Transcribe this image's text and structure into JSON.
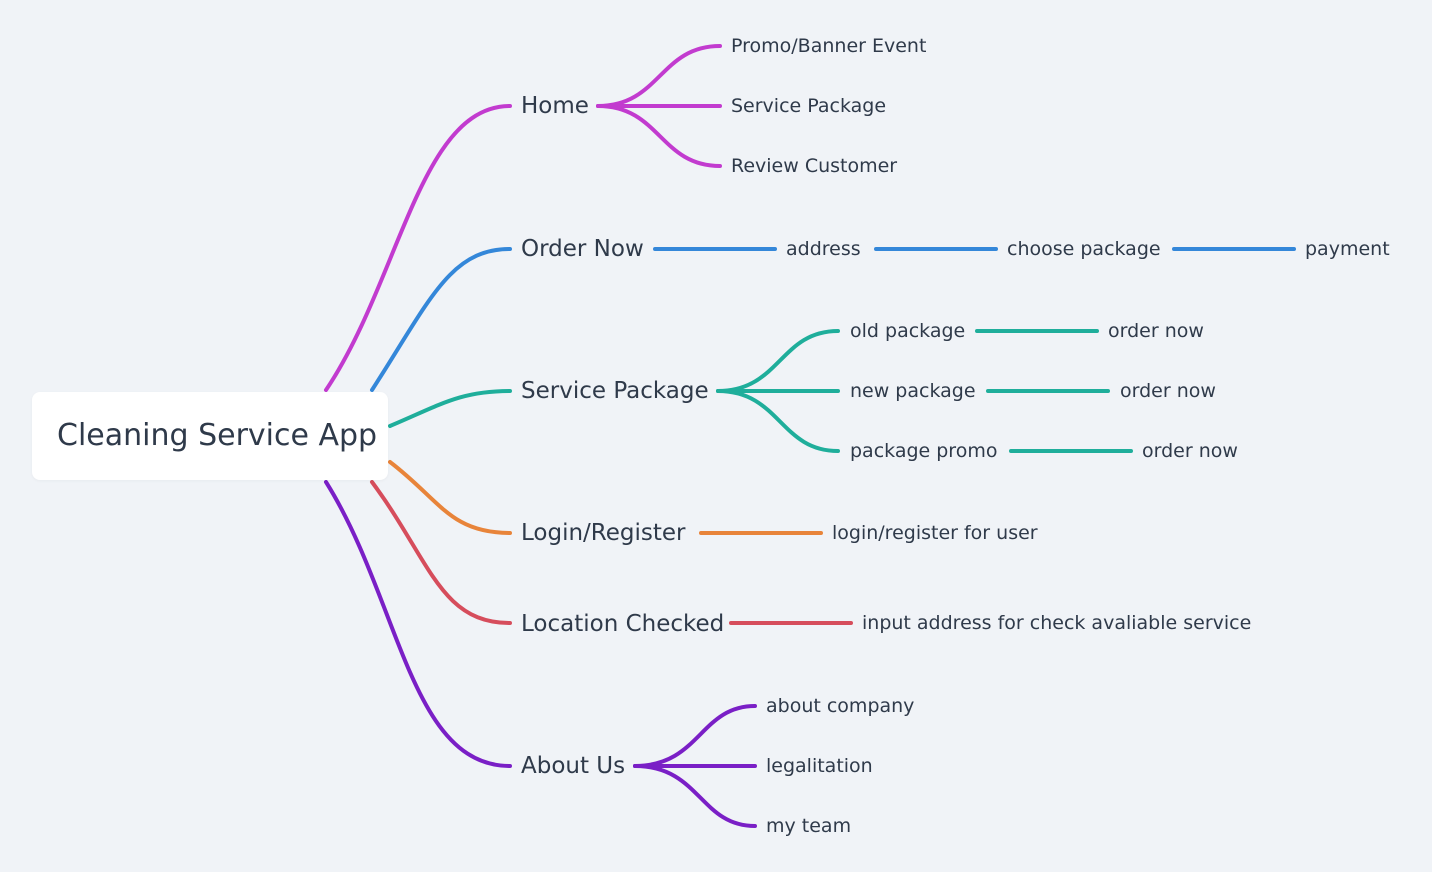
{
  "root": {
    "label": "Cleaning Service App"
  },
  "colors": {
    "home": "#c23bcf",
    "order": "#3487d9",
    "service": "#1fae9b",
    "login": "#e8843a",
    "location": "#d64d5c",
    "about": "#7a1fc6"
  },
  "branches": {
    "home": {
      "label": "Home",
      "children": [
        "Promo/Banner Event",
        "Service Package",
        "Review Customer"
      ]
    },
    "order": {
      "label": "Order Now",
      "chain": [
        "address",
        "choose package",
        "payment"
      ]
    },
    "service": {
      "label": "Service Package",
      "children": [
        {
          "label": "old package",
          "next": "order now"
        },
        {
          "label": "new package",
          "next": "order now"
        },
        {
          "label": "package promo",
          "next": "order now"
        }
      ]
    },
    "login": {
      "label": "Login/Register",
      "children": [
        "login/register for user"
      ]
    },
    "location": {
      "label": "Location Checked",
      "children": [
        "input address for check avaliable service"
      ]
    },
    "about": {
      "label": "About Us",
      "children": [
        "about company",
        "legalitation",
        "my team"
      ]
    }
  }
}
